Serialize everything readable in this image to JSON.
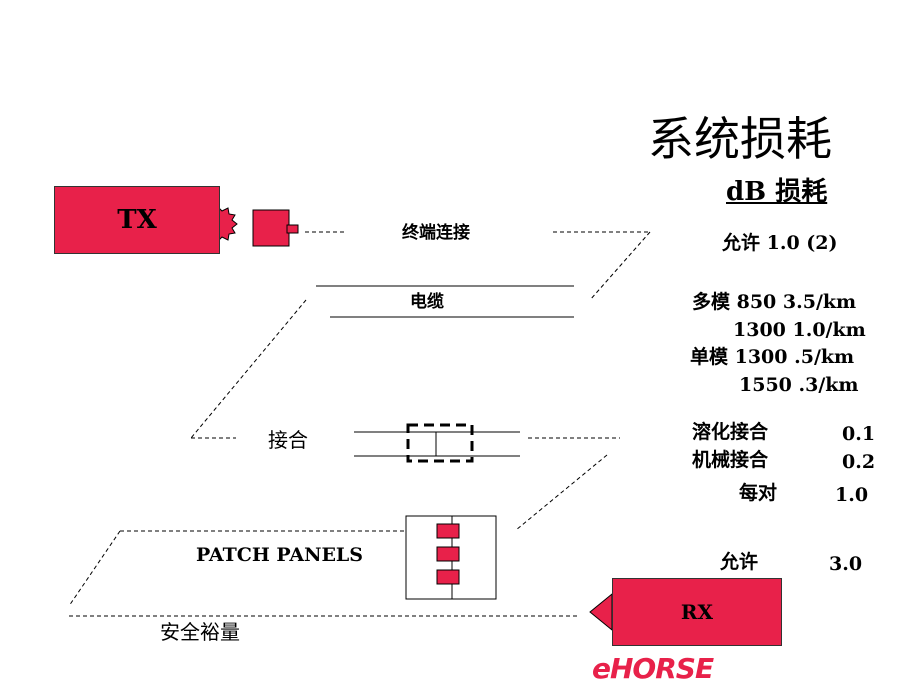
{
  "title": "系统损耗",
  "subtitle": "dB 损耗",
  "diagram": {
    "tx_label": "TX",
    "rx_label": "RX",
    "connector_label": "终端连接",
    "cable_label": "电缆",
    "splice_label": "接合",
    "patch_label": "PATCH PANELS",
    "margin_label": "安全裕量"
  },
  "losses": {
    "connector_allow": "允许   1.0 (2)",
    "multimode_850": "多模 850    3.5/km",
    "multimode_1300": "1300    1.0/km",
    "singlemode_1300": "单模 1300    .5/km",
    "singlemode_1550": "1550    .3/km",
    "fusion_label": "溶化接合",
    "fusion_value": "0.1",
    "mechanical_label": "机械接合",
    "mechanical_value": "0.2",
    "pair_label": "每对",
    "pair_value": "1.0",
    "patch_allow_label": "允许",
    "patch_allow_value": "3.0"
  },
  "logo": "eHORSE",
  "colors": {
    "accent": "#e8214a"
  }
}
